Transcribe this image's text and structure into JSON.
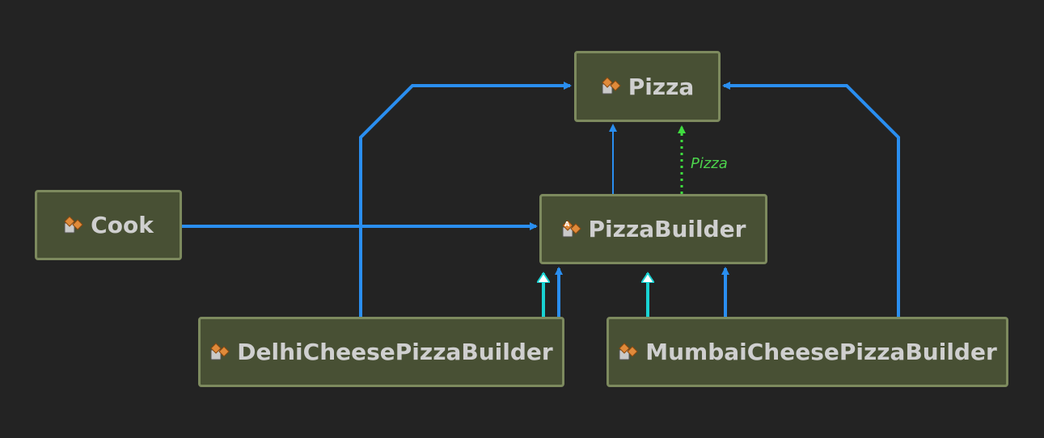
{
  "nodes": {
    "pizza": {
      "label": "Pizza",
      "icon": "class-icon"
    },
    "cook": {
      "label": "Cook",
      "icon": "class-icon"
    },
    "pizza_builder": {
      "label": "PizzaBuilder",
      "icon": "abstract-class-icon"
    },
    "delhi": {
      "label": "DelhiCheesePizzaBuilder",
      "icon": "class-icon"
    },
    "mumbai": {
      "label": "MumbaiCheesePizzaBuilder",
      "icon": "class-icon"
    }
  },
  "edge_labels": {
    "pizza_dependency": "Pizza"
  },
  "colors": {
    "background": "#232323",
    "node_fill": "#485034",
    "node_border": "#7d8a5e",
    "association": "#2a8ef0",
    "generalization": "#19d3d3",
    "dependency": "#3fdc3f"
  }
}
